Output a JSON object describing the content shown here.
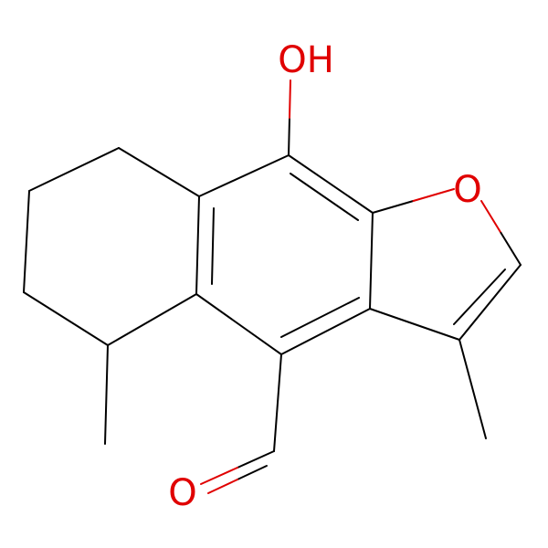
{
  "colors": {
    "bond": "#000000",
    "oxygen": "#e00000",
    "background": "#ffffff"
  },
  "atoms": [
    {
      "id": "OH",
      "label": "OH",
      "element": "O"
    },
    {
      "id": "O_ring",
      "label": "O",
      "element": "O"
    },
    {
      "id": "O_ald",
      "label": "O",
      "element": "O"
    }
  ]
}
